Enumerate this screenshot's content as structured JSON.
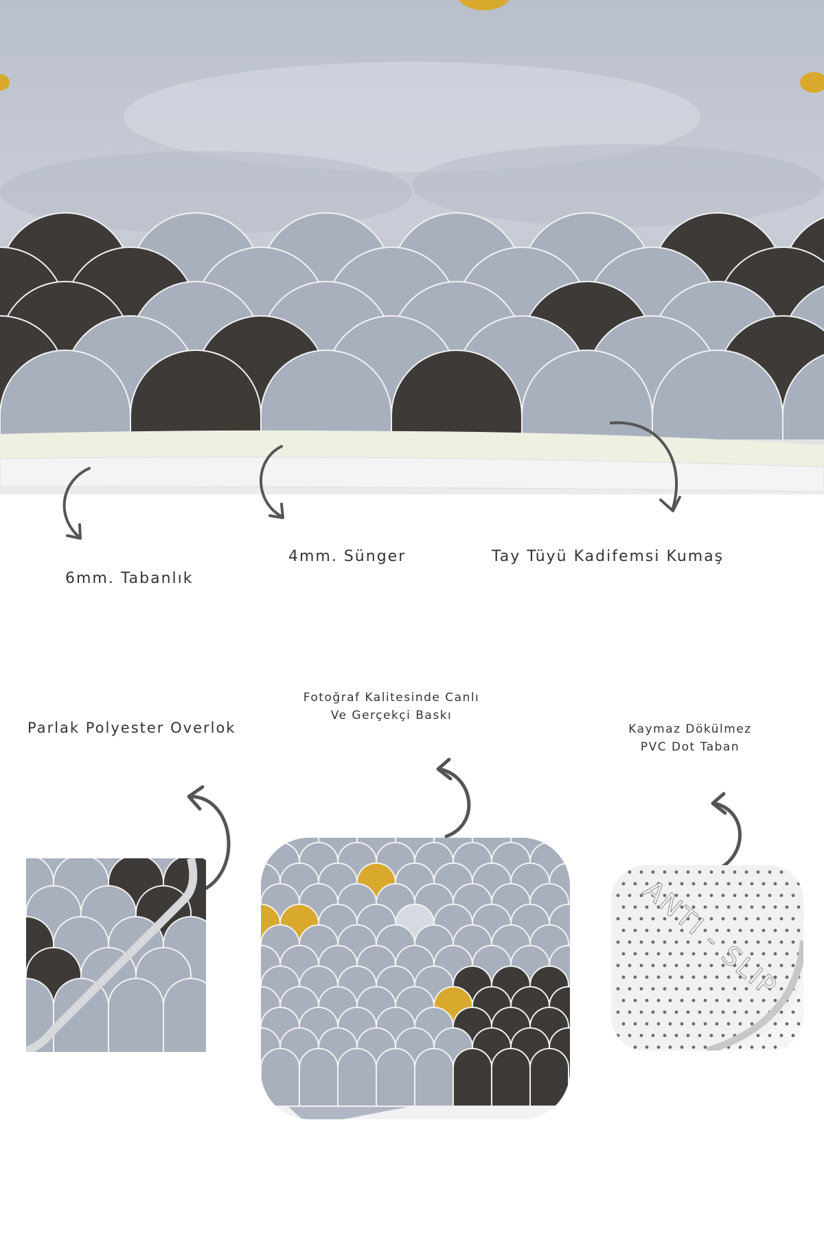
{
  "layers": {
    "base": "6mm. Tabanlık",
    "foam": "4mm. Sünger",
    "fabric": "Tay Tüyü Kadifemsi Kumaş"
  },
  "features": {
    "overlock": "Parlak Polyester Overlok",
    "print_line1": "Fotoğraf Kalitesinde Canlı",
    "print_line2": "Ve Gerçekçi Baskı",
    "base_line1": "Kaymaz Dökülmez",
    "base_line2": "PVC Dot Taban"
  },
  "badge": {
    "anti_slip": "ANTI - SLIP"
  },
  "colors": {
    "light_scale": "#a8afbd",
    "dark_scale": "#3d3a38",
    "gold": "#d8a92c",
    "sponge": "#eef0e2",
    "base": "#f4f4f4"
  }
}
